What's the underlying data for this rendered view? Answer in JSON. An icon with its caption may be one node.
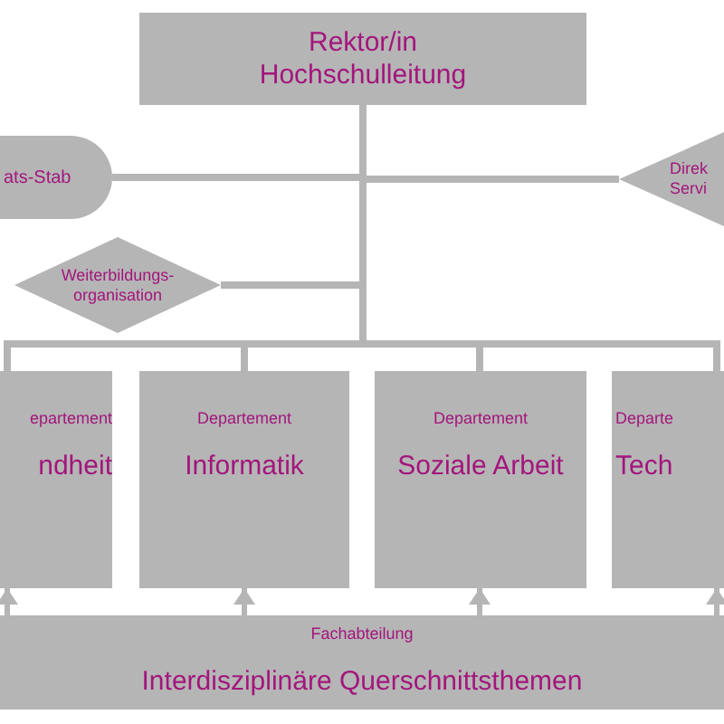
{
  "diagram": {
    "nodes": [
      {
        "text": [
          "Rektor/in Hochschulleitung"
        ]
      },
      {
        "text": [
          "ats-Stab"
        ]
      },
      {
        "text": [
          "Direk Servi"
        ]
      },
      {
        "text": [
          "Weiterbildungs-organisation"
        ]
      },
      {
        "text": [
          "epartement",
          "ndheit"
        ]
      },
      {
        "text": [
          "Departement",
          "Informatik"
        ]
      },
      {
        "text": [
          "Departement",
          "Soziale Arbeit"
        ]
      },
      {
        "text": [
          "Departe",
          "Tech"
        ]
      },
      {
        "text": [
          "Fachabteilung",
          "Interdisziplinäre Querschnittsthemen"
        ]
      }
    ],
    "edges": [
      {
        "from": 0,
        "to": 1,
        "arrow": "none"
      },
      {
        "from": 0,
        "to": 2,
        "arrow": "none"
      },
      {
        "from": 0,
        "to": 3,
        "arrow": "none"
      },
      {
        "from": 0,
        "to": 4,
        "arrow": "none"
      },
      {
        "from": 0,
        "to": 5,
        "arrow": "none"
      },
      {
        "from": 0,
        "to": 6,
        "arrow": "none"
      },
      {
        "from": 0,
        "to": 7,
        "arrow": "none"
      },
      {
        "from": 8,
        "to": 4,
        "arrow": "to"
      },
      {
        "from": 8,
        "to": 5,
        "arrow": "to"
      },
      {
        "from": 8,
        "to": 6,
        "arrow": "to"
      },
      {
        "from": 8,
        "to": 7,
        "arrow": "to"
      }
    ]
  }
}
